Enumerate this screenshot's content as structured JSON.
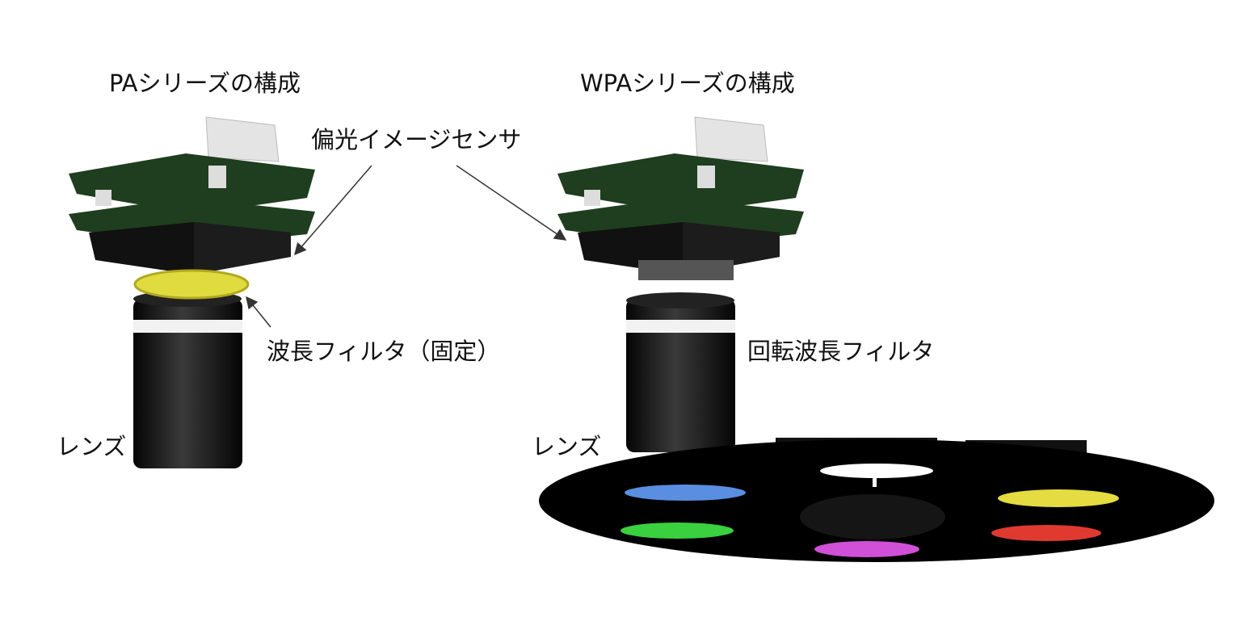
{
  "titles": {
    "pa": "PAシリーズの構成",
    "wpa": "WPAシリーズの構成"
  },
  "labels": {
    "sensor": "偏光イメージセンサ",
    "fixed_filter": "波長フィルタ（固定）",
    "rotating_filter": "回転波長フィルタ",
    "lens_pa": "レンズ",
    "lens_wpa": "レンズ"
  },
  "colors": {
    "board": "#1f3d1f",
    "fixed_filter": "#e0dc40",
    "filter_blue": "#5a8ee0",
    "filter_green": "#3ad040",
    "filter_magenta": "#d050d8",
    "filter_yellow": "#e4dc40",
    "filter_red": "#e03a30"
  }
}
